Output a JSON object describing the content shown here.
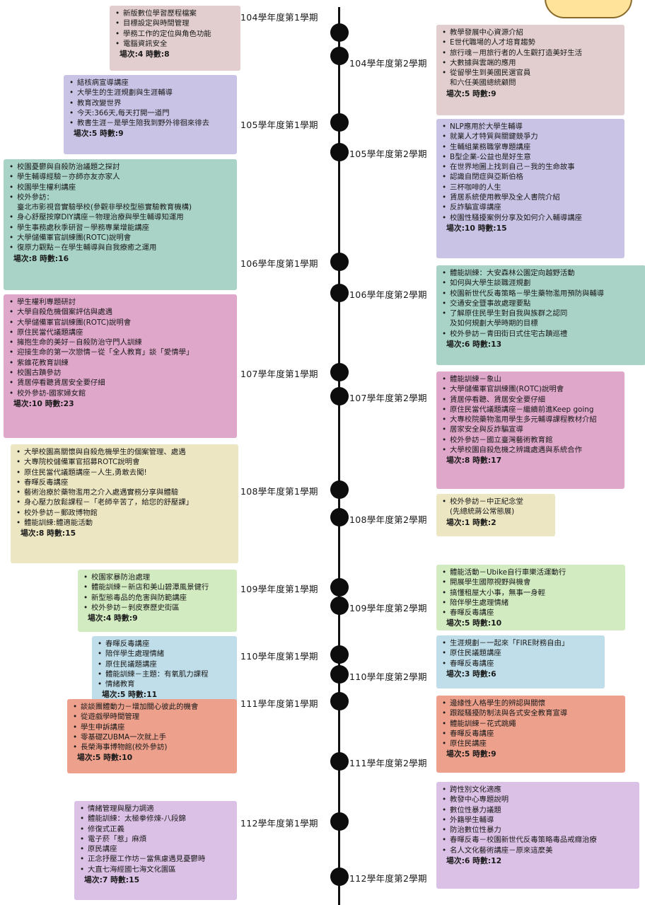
{
  "semesters": [
    {
      "label": "104學年度第1學期",
      "side": "left",
      "items": [
        "新版數位學習歷程檔案",
        "目標設定與時間管理",
        "學務工作的定位與角色功能",
        "電腦資訊安全"
      ],
      "stats": "場次:4  時數:8",
      "color": "#e2cece"
    },
    {
      "label": "104學年度第2學期",
      "side": "right",
      "items": [
        "教學發展中心資源介紹",
        "E世代職場的人才培育趨勢",
        "旅行魂－用旅行者的人生觀打造美好生活",
        "大數據與雲端的應用",
        "從留學生到美國民選官員|和六任美國總統顧問"
      ],
      "stats": "場次:5  時數:9",
      "color": "#e2cece"
    },
    {
      "label": "105學年度第1學期",
      "side": "left",
      "items": [
        "結核病宣導講座",
        "大學生的生涯規劃與生涯輔導",
        "教育改變世界",
        "今天:366天,每天打開一道門",
        "教書生涯－是學生陪我到野外徘徊來徘去"
      ],
      "stats": "場次:5  時數:9",
      "color": "#c9c4e6"
    },
    {
      "label": "105學年度第2學期",
      "side": "right",
      "items": [
        "NLP應用於大學生輔導",
        "就業人才特質與關鍵競爭力",
        "生輔組業務職掌專題講座",
        "B型企業-公益也是好生意",
        "在世界地圖上找到自己－我的生命故事",
        "認識自閉症與亞斯伯格",
        "三杯咖啡的人生",
        "賃居系統使用教學及全人書院介紹",
        "反詐騙宣導講座",
        "校園性騷擾案例分享及如何介入輔導講座"
      ],
      "stats": "場次:10  時數:15",
      "color": "#c9c4e6"
    },
    {
      "label": "106學年度第1學期",
      "side": "left",
      "items": [
        "校園憂鬱與自殺防治議題之探討",
        "學生輔導經驗－亦師亦友亦家人",
        "校園學生權利講座",
        "校外參訪：|臺北市影視音實驗學校(參觀非學校型態實驗教育機構)",
        "身心舒壓按摩DIY講座－物理治療與學生輔導知運用",
        "學生事務處秋季研習－學務專業增能講座",
        "大學儲備軍官訓練團(ROTC)說明會",
        "復原力觀點－在學生輔導與自我療癒之運用"
      ],
      "stats": "場次:8  時數:16",
      "color": "#a8d3c6"
    },
    {
      "label": "106學年度第2學期",
      "side": "right",
      "items": [
        "體能訓練：大安森林公園定向越野活動",
        "如何與大學生談職涯規劃",
        "校園新世代反毒策略－學生藥物濫用預防與輔導",
        "交通安全暨事故處理要點",
        "了解原住民學生對自我與族群之認同|及如何規劃大學時期的目標",
        "校外參訪－青田街日式住宅古蹟巡禮"
      ],
      "stats": "場次:6  時數:13",
      "color": "#a8d3c6"
    },
    {
      "label": "107學年度第1學期",
      "side": "left",
      "items": [
        "學生權利專題研討",
        "大學自殺危機個案評估與處遇",
        "大學儲備軍官訓練團(ROTC)說明會",
        "原住民當代議題講座",
        "擁抱生命的美好－自殺防治守門人訓練",
        "迎接生命的第一次戀情－從「全人教育」談「愛情學」",
        "紫錐花教育訓練",
        "校園古蹟參訪",
        "賃居停看聽賃居安全要仔細",
        "校外參訪-國家婦女館"
      ],
      "stats": "場次:10  時數:23",
      "color": "#dfa7ca"
    },
    {
      "label": "107學年度第2學期",
      "side": "right",
      "items": [
        "體能訓練－象山",
        "大學儲備軍官訓練團(ROTC)說明會",
        "賃居停看聽、賃居安全要仔細",
        "原住民當代議題講座－繼續前進Keep going",
        "大專校院藥物濫用學生多元輔導課程教材介紹",
        "居家安全與反詐騙宣導",
        "校外參訪－國立臺灣藝術教育館",
        "大學校園自殺危機之辨識處遇與系統合作"
      ],
      "stats": "場次:8  時數:17",
      "color": "#dfa7ca"
    },
    {
      "label": "108學年度第1學期",
      "side": "left",
      "items": [
        "大學校園高關懷與自殺危機學生的個案管理、處遇",
        "大專院校儲備軍官招募ROTC說明會",
        "原住民當代議題講座－人生,勇敢去闖!",
        "春暉反毒講座",
        "藝術治療於藥物濫用之介入處遇實務分享與體驗",
        "身心壓力放鬆課程－「老師辛苦了，給您的舒壓課」",
        "校外參訪－郵政博物館",
        "體能訓練:體適能活動"
      ],
      "stats": "場次:8  時數:15",
      "color": "#ece6c2"
    },
    {
      "label": "108學年度第2學期",
      "side": "right",
      "items": [
        "校外參訪－中正紀念堂|(先總統蔣公常態展)"
      ],
      "stats": "場次:1  時數:2",
      "color": "#ece6c2"
    },
    {
      "label": "109學年度第1學期",
      "side": "left",
      "items": [
        "校園家暴防治處理",
        "體能訓練－新店和美山碧潭風景健行",
        "新型態毒品的危害與防範講座",
        "校外參訪－剝皮寮歷史街區"
      ],
      "stats": "場次:4  時數:9",
      "color": "#d2ebc0"
    },
    {
      "label": "109學年度第2學期",
      "side": "right",
      "items": [
        "體能活動－Ubike自行車樂活運動行",
        "開展學生國際視野與機會",
        "搞懂租屋大小事，無事一身輕",
        "陪伴學生處理情緒",
        "春暉反毒講座"
      ],
      "stats": "場次:5  時數:10",
      "color": "#d2ebc0"
    },
    {
      "label": "110學年度第1學期",
      "side": "left",
      "items": [
        "春暉反毒講座",
        "陪伴學生處理情緒",
        "原住民議題講座",
        "體能訓練－主題：有氧肌力課程",
        "情緒教育"
      ],
      "stats": "場次:5  時數:11",
      "color": "#bfdee9"
    },
    {
      "label": "110學年度第2學期",
      "side": "right",
      "items": [
        "生涯規劃－一起來「FIRE財務自由」",
        "原住民議題講座",
        "春暉反毒講座"
      ],
      "stats": "場次:3  時數:6",
      "color": "#bfdee9"
    },
    {
      "label": "111學年度第1學期",
      "side": "left",
      "items": [
        "談談團體動力－增加關心彼此的機會",
        "從遊戲學時間管理",
        "學生申訴講座",
        "零基礎ZUBMA一次就上手",
        "長榮海事博物館(校外參訪)"
      ],
      "stats": "場次:5  時數:10",
      "color": "#eda08c"
    },
    {
      "label": "111學年度第2學期",
      "side": "right",
      "items": [
        "邊緣性人格學生的辨認與關懷",
        "跟蹤騷擾防制法與各式安全教育宣導",
        "體能訓練－花式跳繩",
        "春暉反毒講座",
        "原住民講座"
      ],
      "stats": "場次:5  時數:9",
      "color": "#eda08c"
    },
    {
      "label": "112學年度第1學期",
      "side": "left",
      "items": [
        "情緒管理與壓力調適",
        "體能訓練：太極拳修煉-八段錦",
        "修復式正義",
        "電子菸「惹」麻煩",
        "原民講座",
        "正念抒壓工作坊－當焦慮遇見憂鬱時",
        "大直七海經國七海文化園區"
      ],
      "stats": "場次:7  時數:15",
      "color": "#dcc1e6"
    },
    {
      "label": "112學年度第2學期",
      "side": "right",
      "items": [
        "跨性別文化適應",
        "教發中心專題說明",
        "數位性暴力議題",
        "外籍學生輔導",
        "防治數位性暴力",
        "春暉反毒－校園新世代反毒策略毒品戒癮治療",
        "名人文化藝術講座－原來這麼美"
      ],
      "stats": "場次:6  時數:12",
      "color": "#dcc1e6"
    }
  ]
}
